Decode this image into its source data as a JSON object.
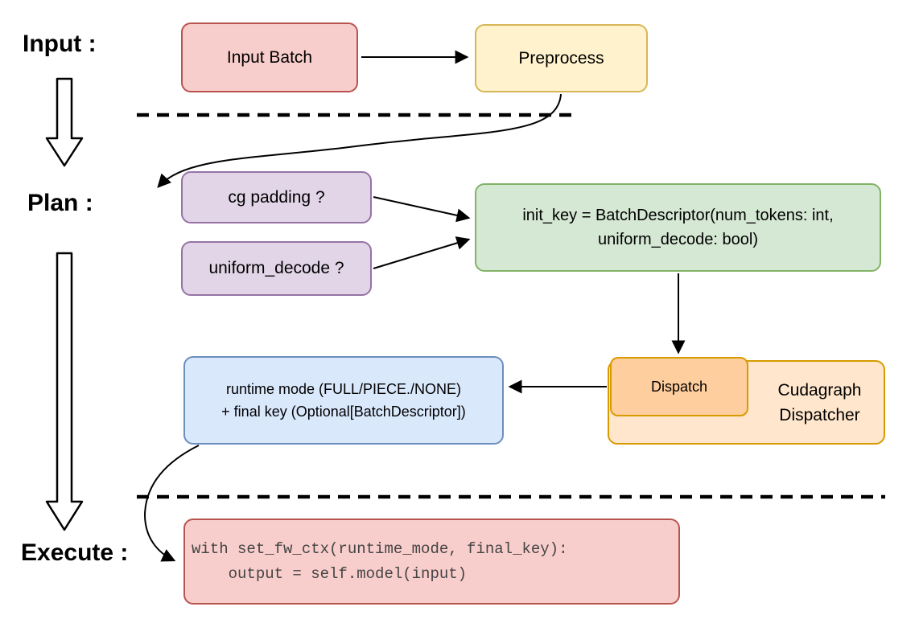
{
  "stages": {
    "input": "Input :",
    "plan": "Plan :",
    "execute": "Execute :"
  },
  "nodes": {
    "input_batch": "Input Batch",
    "preprocess": "Preprocess",
    "cg_padding": "cg padding ?",
    "uniform_decode": "uniform_decode ?",
    "init_key_line1": "init_key = BatchDescriptor(num_tokens: int,",
    "init_key_line2": "uniform_decode: bool)",
    "runtime_line1": "runtime mode (FULL/PIECE./NONE)",
    "runtime_line2": "+ final key (Optional[BatchDescriptor])",
    "dispatch": "Dispatch",
    "dispatcher_line1": "Cudagraph",
    "dispatcher_line2": "Dispatcher",
    "code_line1": "with set_fw_ctx(runtime_mode, final_key):",
    "code_line2": "    output = self.model(input)"
  },
  "colors": {
    "background": "#ffffff",
    "arrow": "#000000",
    "red_fill": "#f8cecc",
    "red_stroke": "#b85450",
    "yellow_fill": "#fff2cc",
    "yellow_stroke": "#d6b656",
    "purple_fill": "#e1d5e7",
    "purple_stroke": "#9673a6",
    "green_fill": "#d5e8d4",
    "green_stroke": "#82b366",
    "blue_fill": "#dae8fc",
    "blue_stroke": "#6c8ebf",
    "orange_fill": "#ffe6cc",
    "orange_inner_fill": "#ffce9e",
    "orange_stroke": "#d79b00",
    "code_text": "#444444"
  }
}
